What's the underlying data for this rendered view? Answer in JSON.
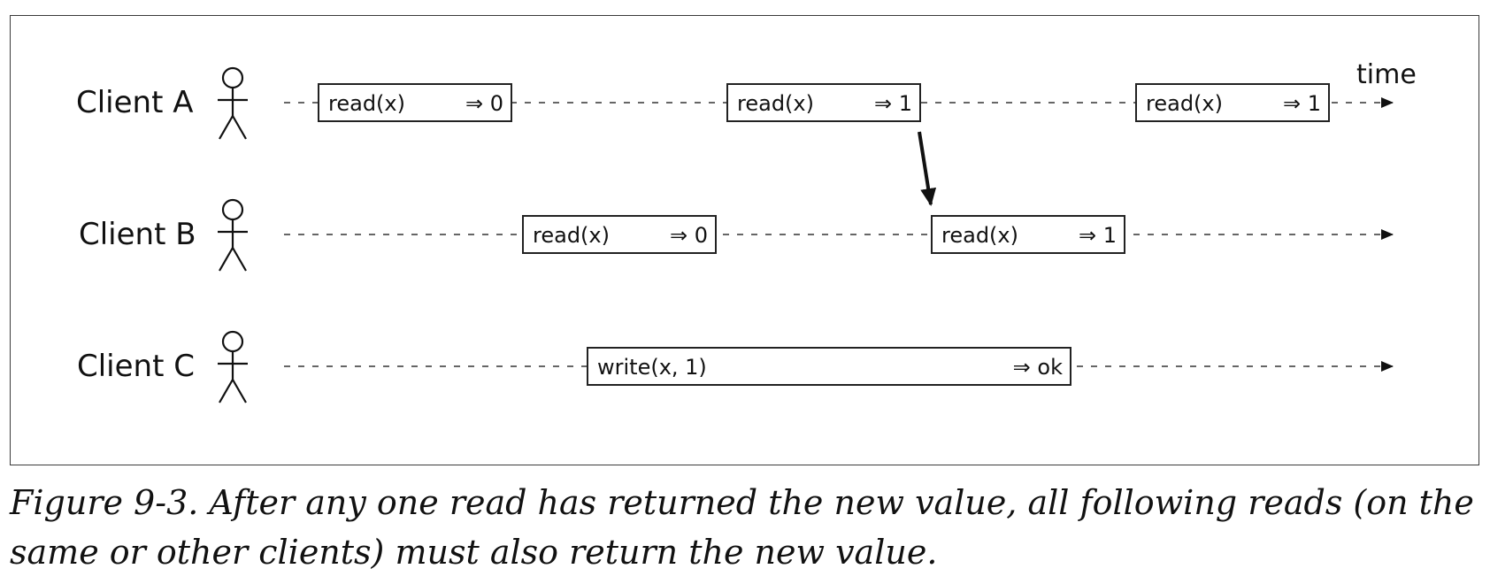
{
  "diagram": {
    "time_label": "time",
    "clients": [
      {
        "label": "Client A",
        "ops": [
          {
            "name": "read(x)",
            "result": "⇒ 0"
          },
          {
            "name": "read(x)",
            "result": "⇒ 1"
          },
          {
            "name": "read(x)",
            "result": "⇒ 1"
          }
        ]
      },
      {
        "label": "Client B",
        "ops": [
          {
            "name": "read(x)",
            "result": "⇒ 0"
          },
          {
            "name": "read(x)",
            "result": "⇒ 1"
          }
        ]
      },
      {
        "label": "Client C",
        "ops": [
          {
            "name": "write(x, 1)",
            "result": "⇒ ok"
          }
        ]
      }
    ]
  },
  "caption": "Figure 9-3. After any one read has returned the new value, all following reads (on the same or other clients) must also return the new value."
}
